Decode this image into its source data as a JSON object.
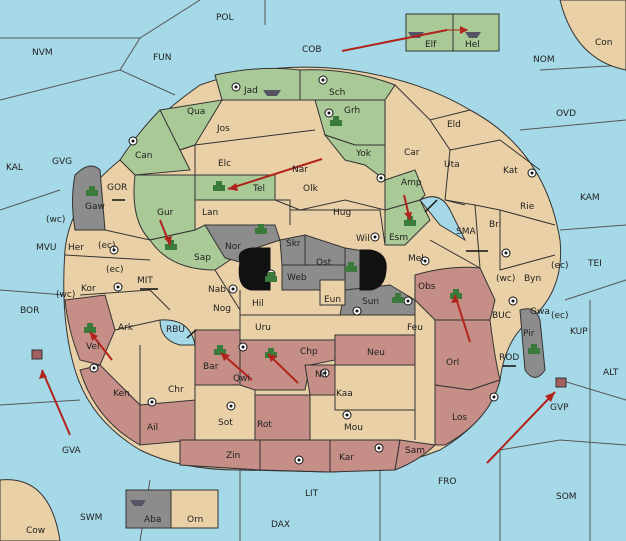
{
  "title": "",
  "sea_labels": [
    "POL",
    "NVM",
    "FUN",
    "COB",
    "NOM",
    "Con",
    "OVD",
    "KAL",
    "GVG",
    "KAM",
    "MVU",
    "SMA",
    "TEI",
    "BOR",
    "MIT",
    "RBU",
    "BUC",
    "KUP",
    "ROD",
    "ALT",
    "GVA",
    "GVP",
    "FRO",
    "SOM",
    "SWM",
    "LIT",
    "DAX",
    "Cow",
    "GOR",
    "(wc)",
    "(ec)"
  ],
  "land_labels": [
    "Elf",
    "Hel",
    "Jad",
    "Sch",
    "Qua",
    "Jos",
    "Grh",
    "Eld",
    "Can",
    "Yok",
    "Car",
    "Elc",
    "Nar",
    "Uta",
    "Kat",
    "Tel",
    "Olk",
    "Amp",
    "Gur",
    "Lan",
    "Hug",
    "Gaw",
    "Rie",
    "Esm",
    "Bri",
    "Nor",
    "Skr",
    "Wil",
    "Her",
    "Sap",
    "Ost",
    "Web",
    "Mel",
    "Byn",
    "Kor",
    "Nab",
    "Hil",
    "Eun",
    "Sun",
    "Obs",
    "Gwa",
    "Vel",
    "Nog",
    "Uru",
    "Feu",
    "Pir",
    "Ark",
    "Bar",
    "Chp",
    "Neu",
    "Qwi",
    "Nil",
    "Orl",
    "Ken",
    "Chr",
    "Kaa",
    "Ail",
    "Sot",
    "Rot",
    "Mou",
    "Los",
    "Zin",
    "Kar",
    "Sam",
    "Aba",
    "Orn"
  ],
  "legend": {
    "colors": {
      "sea": "#a6d9e8",
      "neutral": "#ead0a6",
      "green_power": "#a9c996",
      "red_power": "#c58e86",
      "grey_power": "#8c8c8c"
    }
  }
}
